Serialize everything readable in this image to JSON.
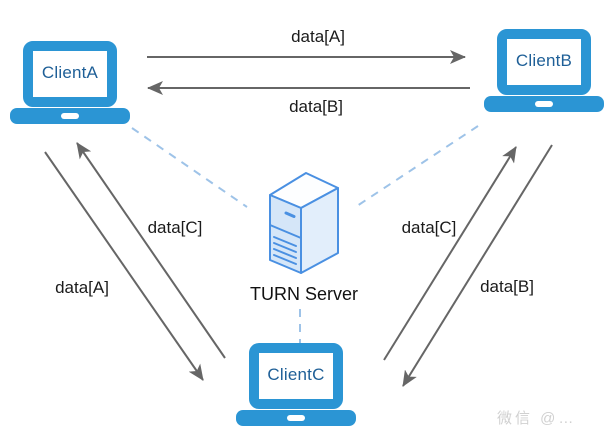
{
  "nodes": {
    "clientA": {
      "label": "ClientA"
    },
    "clientB": {
      "label": "ClientB"
    },
    "clientC": {
      "label": "ClientC"
    },
    "server": {
      "label": "TURN Server"
    }
  },
  "labels": {
    "a_to_b": "data[A]",
    "b_to_a": "data[B]",
    "c_to_a": "data[C]",
    "a_to_c": "data[A]",
    "c_to_b": "data[C]",
    "b_to_c": "data[B]"
  },
  "watermark": "微信 @…",
  "colors": {
    "laptop_blue": "#2B95D4",
    "client_label_blue": "#1E5F97",
    "arrow_gray": "#666666",
    "relay_dash_blue": "#9EC3E8",
    "server_outline_blue": "#4A90E2",
    "server_face_fill": "#D5E6F8",
    "server_side_fill": "#E2EEFB"
  }
}
